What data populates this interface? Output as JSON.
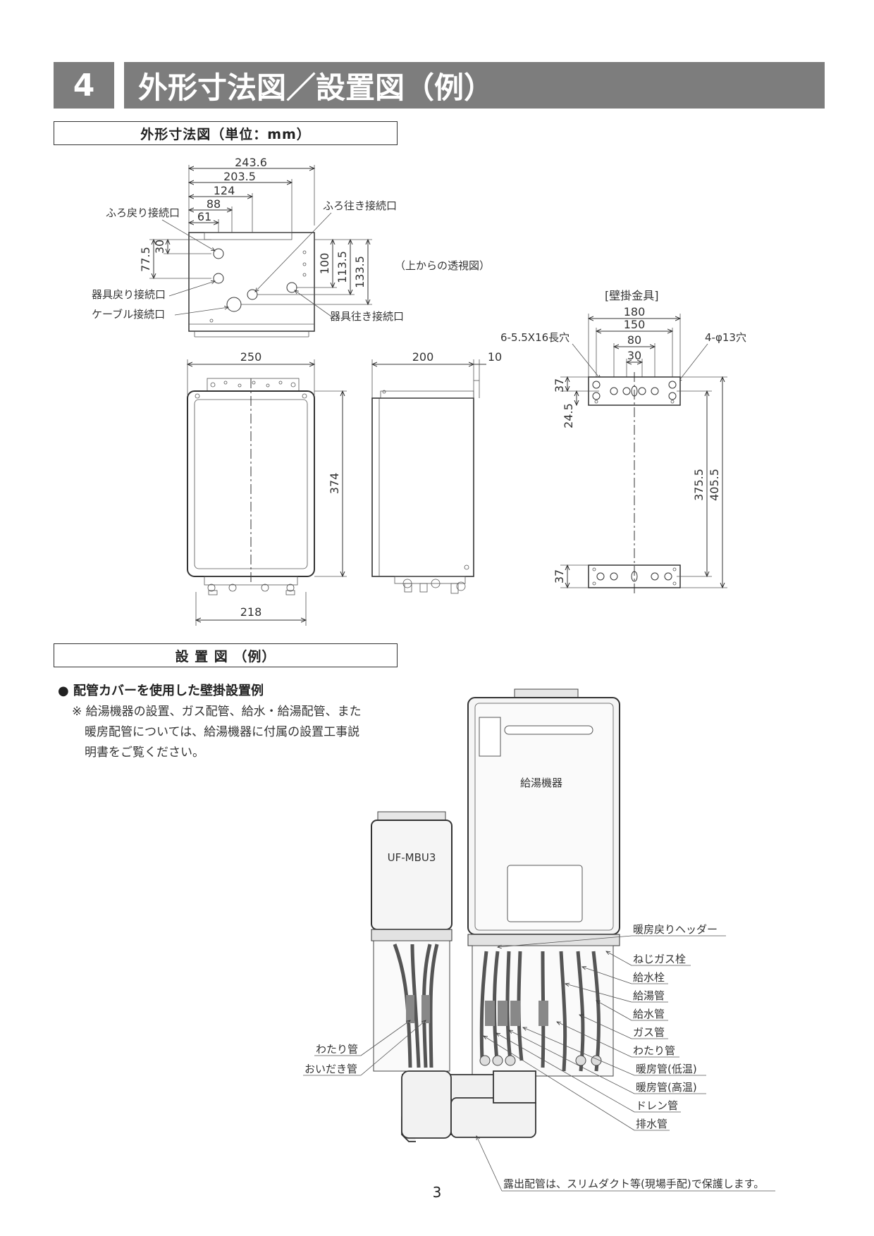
{
  "header": {
    "number": "4",
    "title": "外形寸法図／設置図（例）"
  },
  "dimension_section": {
    "heading": "外形寸法図（単位：mm）",
    "top_view": {
      "dims_width": [
        "243.6",
        "203.5",
        "124",
        "88",
        "61"
      ],
      "dims_height": [
        "30",
        "77.5",
        "100",
        "113.5",
        "133.5"
      ],
      "labels": {
        "furo_return": "ふろ戻り接続口",
        "furo_out": "ふろ往き接続口",
        "appliance_return": "器具戻り接続口",
        "cable": "ケーブル接続口",
        "appliance_out": "器具往き接続口",
        "view_note": "（上からの透視図）"
      }
    },
    "front_view": {
      "width": "250",
      "height": "374",
      "bottom_width": "218"
    },
    "side_view": {
      "depth": "200",
      "offset": "10"
    },
    "bracket": {
      "title": "[壁掛金具]",
      "dims_width": [
        "180",
        "150",
        "80",
        "30"
      ],
      "slot_label": "6-5.5X16長穴",
      "hole_label": "4-φ13穴",
      "dims_height": [
        "37",
        "24.5",
        "375.5",
        "405.5",
        "37"
      ]
    }
  },
  "install_section": {
    "heading": "設 置 図 （例）",
    "bullet": "● 配管カバーを使用した壁掛設置例",
    "note_lines": [
      "※ 給湯機器の設置、ガス配管、給水・給湯配管、また",
      "暖房配管については、給湯機器に付属の設置工事説",
      "明書をご覧ください。"
    ],
    "heater_label": "給湯機器",
    "cover_label": "UF-MBU3",
    "left_labels": [
      "わたり管",
      "おいだき管"
    ],
    "right_labels": [
      "暖房戻りヘッダー",
      "ねじガス栓",
      "給水栓",
      "給湯管",
      "給水管",
      "ガス管",
      "わたり管",
      "暖房管(低温)",
      "暖房管(高温)",
      "ドレン管",
      "排水管"
    ],
    "duct_note": "露出配管は、スリムダクト等(現場手配)で保護します。"
  },
  "page_number": "3"
}
